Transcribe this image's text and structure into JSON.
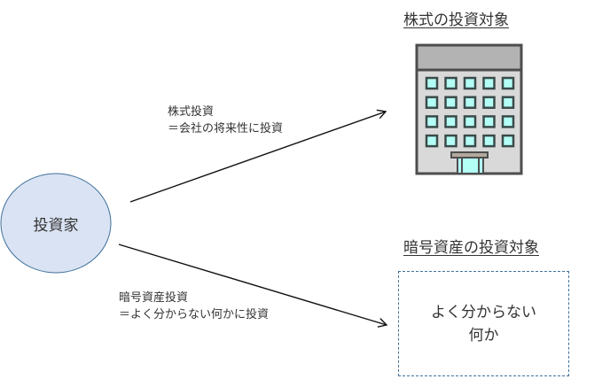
{
  "investor": {
    "label": "投資家"
  },
  "stock": {
    "title": "株式の投資対象",
    "arrow_label_line1": "株式投資",
    "arrow_label_line2": "＝会社の将来性に投資"
  },
  "crypto": {
    "title": "暗号資産の投資対象",
    "arrow_label_line1": "暗号資産投資",
    "arrow_label_line2": "＝よく分からない何かに投資",
    "box_line1": "よく分からない",
    "box_line2": "何か"
  },
  "colors": {
    "circle_fill": "#dae3f3",
    "circle_stroke": "#41719c",
    "window": "#b3fff6",
    "building": "#d9d9d9",
    "roof": "#b3b3b3"
  }
}
